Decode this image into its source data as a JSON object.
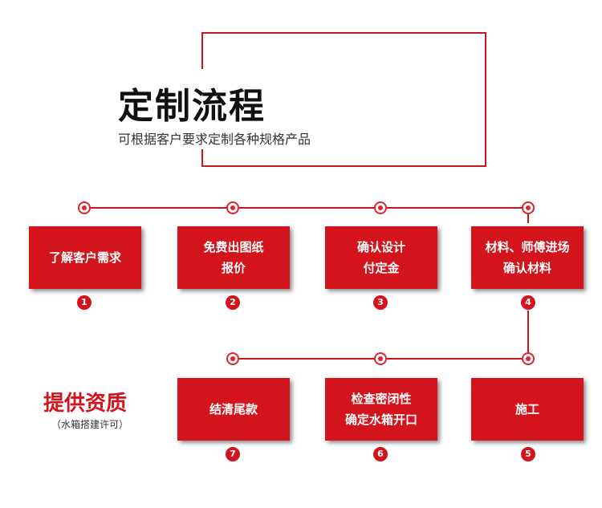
{
  "header": {
    "title": "定制流程",
    "subtitle": "可根据客户要求定制各种规格产品"
  },
  "steps": [
    {
      "num": "1",
      "line1": "了解客户需求",
      "line2": ""
    },
    {
      "num": "2",
      "line1": "免费出图纸",
      "line2": "报价"
    },
    {
      "num": "3",
      "line1": "确认设计",
      "line2": "付定金"
    },
    {
      "num": "4",
      "line1": "材料、师傅进场",
      "line2": "确认材料"
    },
    {
      "num": "5",
      "line1": "施工",
      "line2": ""
    },
    {
      "num": "6",
      "line1": "检查密闭性",
      "line2": "确定水箱开口"
    },
    {
      "num": "7",
      "line1": "结清尾款",
      "line2": ""
    }
  ],
  "side": {
    "title": "提供资质",
    "subtitle": "（水箱搭建许可）"
  },
  "colors": {
    "accent": "#d3141c",
    "line": "#c8161d"
  }
}
